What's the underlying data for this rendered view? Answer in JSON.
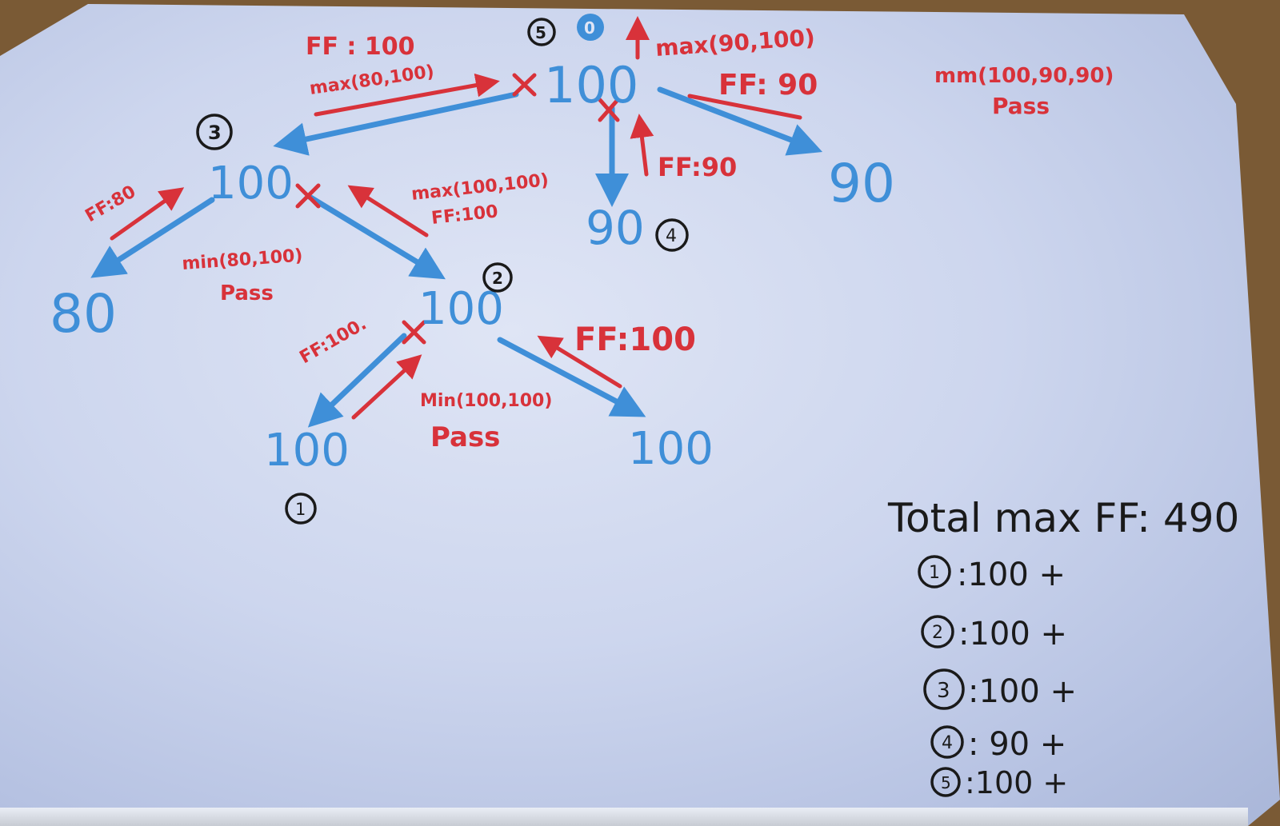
{
  "nodes": {
    "root": "100",
    "n3": "100",
    "n80": "80",
    "n2": "100",
    "n1_leaf": "100",
    "n_right_leaf": "100",
    "n4": "90",
    "n_right": "90"
  },
  "step_markers": {
    "s": "5",
    "s_alt": "0",
    "m1": "1",
    "m2": "2",
    "m3": "3",
    "m4": "4"
  },
  "annotations": {
    "ff_top_left": "FF : 100",
    "max_top_left": "max(80,100)",
    "max_top_right": "max(90,100)",
    "ff_top_right": "FF: 90",
    "ff_middle": "FF:90",
    "mm_corner": "mm(100,90,90)",
    "pass_corner": "Pass",
    "ff_left": "FF:80",
    "min_left": "min(80,100)",
    "pass_left": "Pass",
    "max_mid": "max(100,100)",
    "ff_mid": "FF:100",
    "ff_n2_left": "FF:100.",
    "ff_n2_right": "FF:100",
    "min_bottom": "Min(100,100)",
    "pass_bottom": "Pass"
  },
  "summary": {
    "title": "Total max FF: 490",
    "lines": [
      {
        "num": "1",
        "text": ":100 +"
      },
      {
        "num": "2",
        "text": ":100 +"
      },
      {
        "num": "3",
        "text": ":100 +"
      },
      {
        "num": "4",
        "text": ": 90 +"
      },
      {
        "num": "5",
        "text": ":100 +"
      }
    ]
  },
  "colors": {
    "blue_marker": "#3f8fd8",
    "red_marker": "#d8323a",
    "black_marker": "#1a1a1a",
    "board": "#cdd6ee"
  }
}
